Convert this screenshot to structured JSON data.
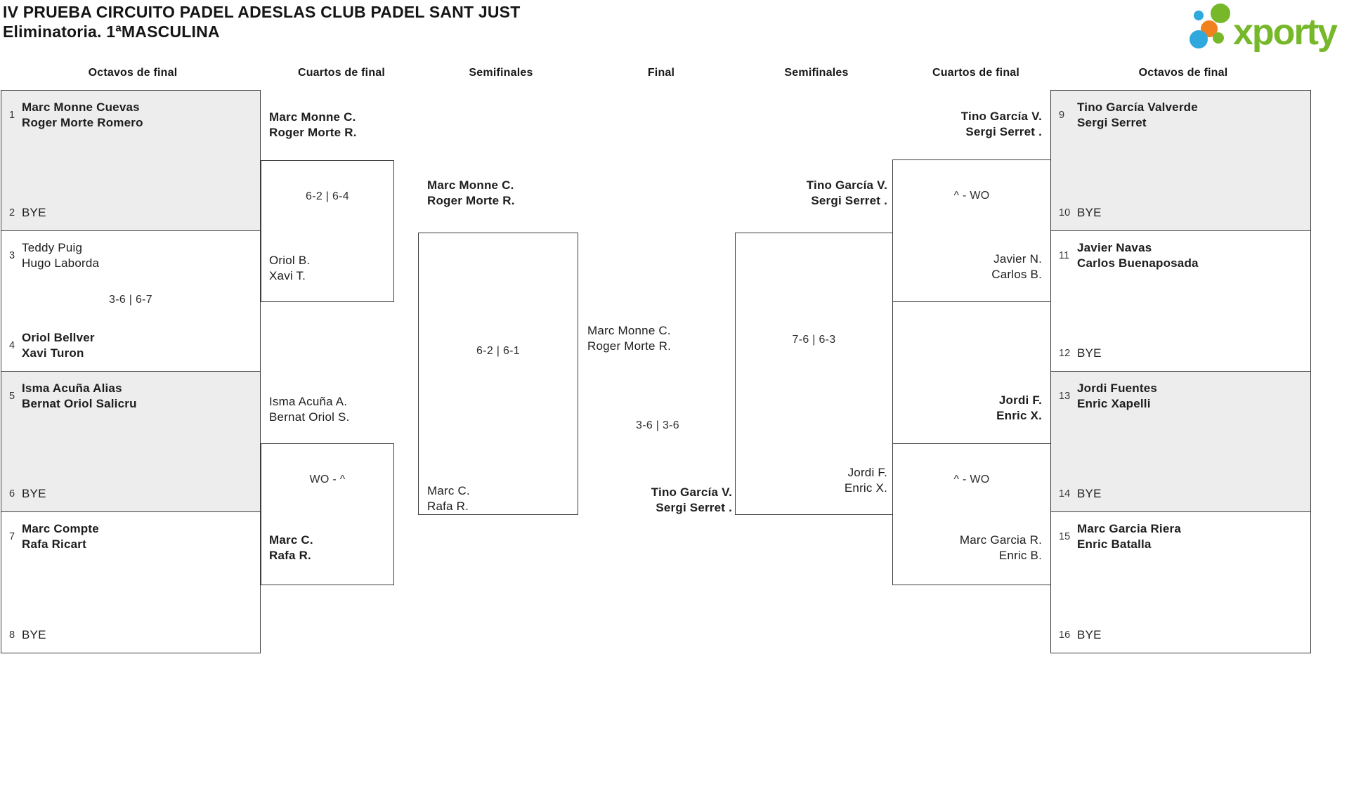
{
  "title": {
    "line1": "IV PRUEBA CIRCUITO PADEL ADESLAS CLUB PADEL SANT JUST",
    "line2": "Eliminatoria. 1ªMASCULINA"
  },
  "logo": {
    "text": "xporty"
  },
  "colors": {
    "brand_green": "#76b82a",
    "brand_blue": "#2fa8dd",
    "brand_orange": "#f0811e",
    "shaded_cell": "#ededed",
    "line": "#3b3b3b"
  },
  "round_headers": {
    "l_oct": "Octavos de final",
    "l_qf": "Cuartos de final",
    "l_sf": "Semifinales",
    "final": "Final",
    "r_sf": "Semifinales",
    "r_qf": "Cuartos de final",
    "r_oct": "Octavos de final"
  },
  "left_octavos": {
    "m1": {
      "seed_top": "1",
      "top1": "Marc Monne Cuevas",
      "top2": "Roger Morte Romero",
      "seed_bottom": "2",
      "bottom_bye": "BYE"
    },
    "m2": {
      "seed_top": "3",
      "top1": "Teddy Puig",
      "top2": "Hugo Laborda",
      "score": "3-6 | 6-7",
      "seed_bottom": "4",
      "bottom1": "Oriol Bellver",
      "bottom2": "Xavi Turon"
    },
    "m3": {
      "seed_top": "5",
      "top1": "Isma Acuña Alias",
      "top2": "Bernat Oriol Salicru",
      "seed_bottom": "6",
      "bottom_bye": "BYE"
    },
    "m4": {
      "seed_top": "7",
      "top1": "Marc Compte",
      "top2": "Rafa Ricart",
      "seed_bottom": "8",
      "bottom_bye": "BYE"
    }
  },
  "left_quarters": {
    "m1": {
      "top1": "Marc Monne C.",
      "top2": "Roger Morte R.",
      "score": "6-2 | 6-4",
      "bottom1": "Oriol B.",
      "bottom2": "Xavi T."
    },
    "m2": {
      "top1": "Isma Acuña A.",
      "top2": "Bernat Oriol S.",
      "score": "WO - ^",
      "bottom1": "Marc C.",
      "bottom2": "Rafa R."
    }
  },
  "left_semi": {
    "top1": "Marc Monne C.",
    "top2": "Roger Morte R.",
    "score": "6-2 | 6-1",
    "bottom1": "Marc C.",
    "bottom2": "Rafa R."
  },
  "final": {
    "top1": "Marc Monne C.",
    "top2": "Roger Morte R.",
    "score": "3-6 | 3-6",
    "bottom1": "Tino García V.",
    "bottom2": "Sergi Serret ."
  },
  "right_semi": {
    "top1": "Tino García V.",
    "top2": "Sergi Serret .",
    "score": "7-6 | 6-3",
    "bottom1": "Jordi F.",
    "bottom2": "Enric X."
  },
  "right_quarters": {
    "m1": {
      "top1": "Tino García V.",
      "top2": "Sergi Serret .",
      "score": "^ - WO",
      "bottom1": "Javier N.",
      "bottom2": "Carlos B."
    },
    "m2": {
      "top1": "Jordi F.",
      "top2": "Enric X.",
      "score": "^ - WO",
      "bottom1": "Marc Garcia R.",
      "bottom2": "Enric B."
    }
  },
  "right_octavos": {
    "m1": {
      "seed_top": "9",
      "top1": "Tino García Valverde",
      "top2": "Sergi Serret",
      "seed_bottom": "10",
      "bottom_bye": "BYE"
    },
    "m2": {
      "seed_top": "11",
      "top1": "Javier Navas",
      "top2": "Carlos Buenaposada",
      "seed_bottom": "12",
      "bottom_bye": "BYE"
    },
    "m3": {
      "seed_top": "13",
      "top1": "Jordi Fuentes",
      "top2": "Enric Xapelli",
      "seed_bottom": "14",
      "bottom_bye": "BYE"
    },
    "m4": {
      "seed_top": "15",
      "top1": "Marc Garcia Riera",
      "top2": "Enric Batalla",
      "seed_bottom": "16",
      "bottom_bye": "BYE"
    }
  }
}
